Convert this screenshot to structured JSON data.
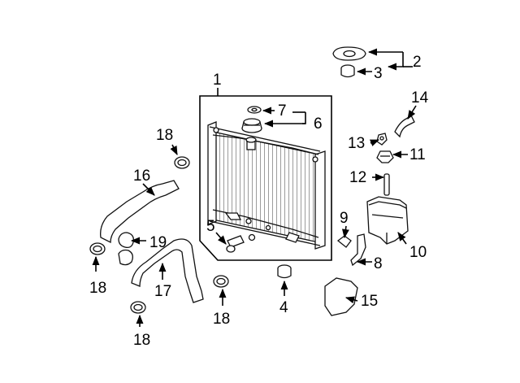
{
  "callouts": [
    {
      "id": "1",
      "text": "1"
    },
    {
      "id": "2",
      "text": "2"
    },
    {
      "id": "3",
      "text": "3"
    },
    {
      "id": "4",
      "text": "4"
    },
    {
      "id": "5",
      "text": "5"
    },
    {
      "id": "6",
      "text": "6"
    },
    {
      "id": "7",
      "text": "7"
    },
    {
      "id": "8",
      "text": "8"
    },
    {
      "id": "9",
      "text": "9"
    },
    {
      "id": "10",
      "text": "10"
    },
    {
      "id": "11",
      "text": "11"
    },
    {
      "id": "12",
      "text": "12"
    },
    {
      "id": "13",
      "text": "13"
    },
    {
      "id": "14",
      "text": "14"
    },
    {
      "id": "15",
      "text": "15"
    },
    {
      "id": "16",
      "text": "16"
    },
    {
      "id": "17",
      "text": "17"
    },
    {
      "id": "18a",
      "text": "18"
    },
    {
      "id": "18b",
      "text": "18"
    },
    {
      "id": "18c",
      "text": "18"
    },
    {
      "id": "18d",
      "text": "18"
    },
    {
      "id": "19",
      "text": "19"
    }
  ]
}
